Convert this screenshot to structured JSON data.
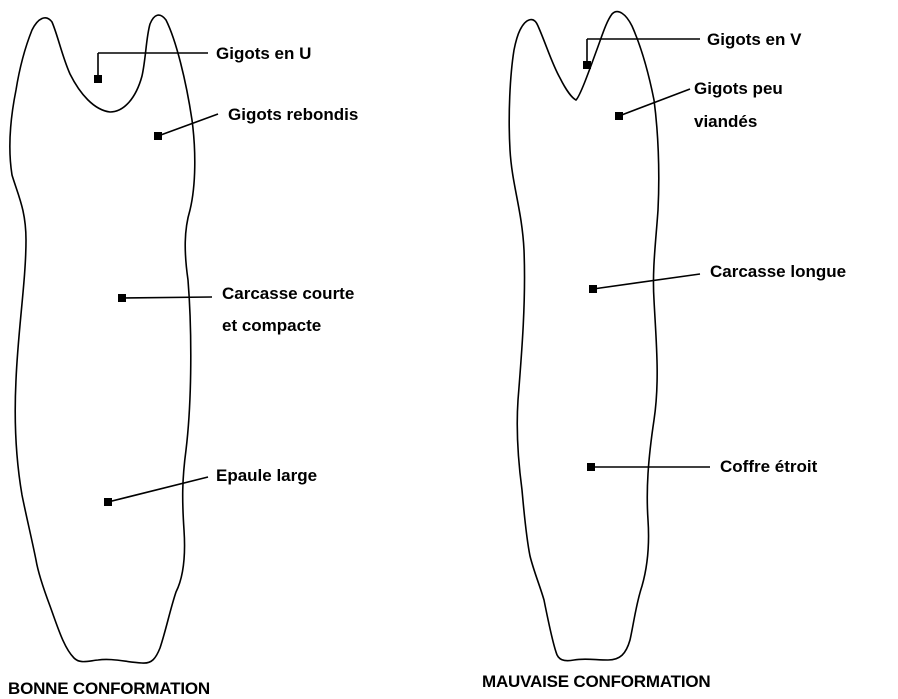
{
  "colors": {
    "ink": "#000000",
    "background": "#ffffff"
  },
  "good": {
    "caption": "BONNE CONFORMATION",
    "labels": {
      "gigots_u": "Gigots en U",
      "gigots_rebondis": "Gigots rebondis",
      "carcasse_line1": "Carcasse courte",
      "carcasse_line2": "et compacte",
      "epaule": "Epaule large"
    }
  },
  "bad": {
    "caption": "MAUVAISE CONFORMATION",
    "labels": {
      "gigots_v": "Gigots en V",
      "gigots_peu_line1": "Gigots peu",
      "gigots_peu_line2": "viandés",
      "carcasse_longue": "Carcasse longue",
      "coffre": "Coffre étroit"
    }
  }
}
